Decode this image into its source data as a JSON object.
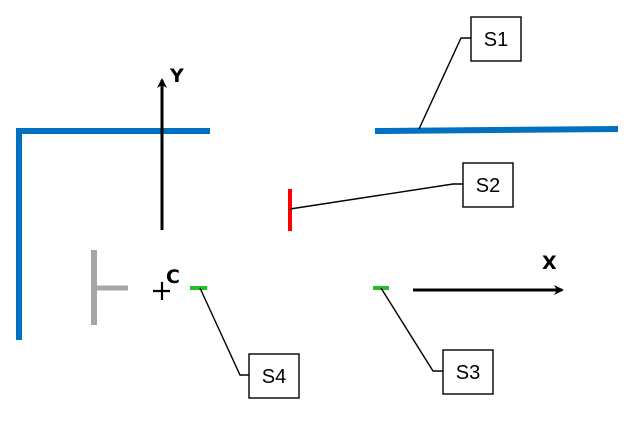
{
  "diagram": {
    "axes": {
      "x_label": "X",
      "y_label": "Y",
      "origin_label": "C"
    },
    "segments": [
      {
        "id": "S1",
        "label": "S1",
        "color": "#0070C0",
        "description": "long horizontal wall segment, upper right"
      },
      {
        "id": "S2",
        "label": "S2",
        "color": "#FF0000",
        "description": "short vertical red segment"
      },
      {
        "id": "S3",
        "label": "S3",
        "color": "#22C022",
        "description": "short green horizontal segment right"
      },
      {
        "id": "S4",
        "label": "S4",
        "color": "#22C022",
        "description": "short green horizontal segment near origin"
      }
    ],
    "wall_left": {
      "color": "#0070C0",
      "description": "L-shaped blue wall, left"
    },
    "sensor_marker": {
      "color": "#A6A6A6",
      "description": "gray T-shaped marker"
    },
    "colors": {
      "blue": "#0070C0",
      "red": "#FF0000",
      "green": "#22C022",
      "gray": "#A6A6A6",
      "black": "#000000"
    }
  }
}
